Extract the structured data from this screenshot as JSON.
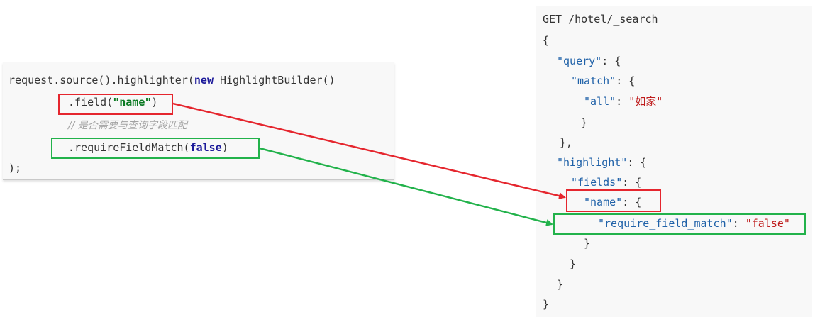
{
  "java": {
    "line1_a": "request.source().highlighter(",
    "line1_kw": "new",
    "line1_b": " HighlightBuilder()",
    "line2_a": ".field(",
    "line2_str": "\"name\"",
    "line2_b": ")",
    "line3_comment": "// 是否需要与查询字段匹配",
    "line4_a": ".requireFieldMatch(",
    "line4_kw": "false",
    "line4_b": ")",
    "line5": ");"
  },
  "dsl": {
    "l1": "GET /hotel/_search",
    "l2": "{",
    "l3_key": "\"query\"",
    "l3_rest": ": {",
    "l4_key": "\"match\"",
    "l4_rest": ": {",
    "l5_key": "\"all\"",
    "l5_sep": ": ",
    "l5_val": "\"如家\"",
    "l6": "}",
    "l7": "},",
    "l8_key": "\"highlight\"",
    "l8_rest": ": {",
    "l9_key": "\"fields\"",
    "l9_rest": ": {",
    "l10_key": "\"name\"",
    "l10_rest": ": {",
    "l11_key": "\"require_field_match\"",
    "l11_sep": ": ",
    "l11_val": "\"false\"",
    "l12": "}",
    "l13": "}",
    "l14": "}",
    "l15": "}"
  },
  "colors": {
    "red_arrow": "#e5262e",
    "green_arrow": "#22b24b",
    "json_key": "#1f61a8",
    "json_string": "#bf1d1d",
    "java_keyword": "#1c1a9a",
    "java_string": "#0b7a23"
  }
}
